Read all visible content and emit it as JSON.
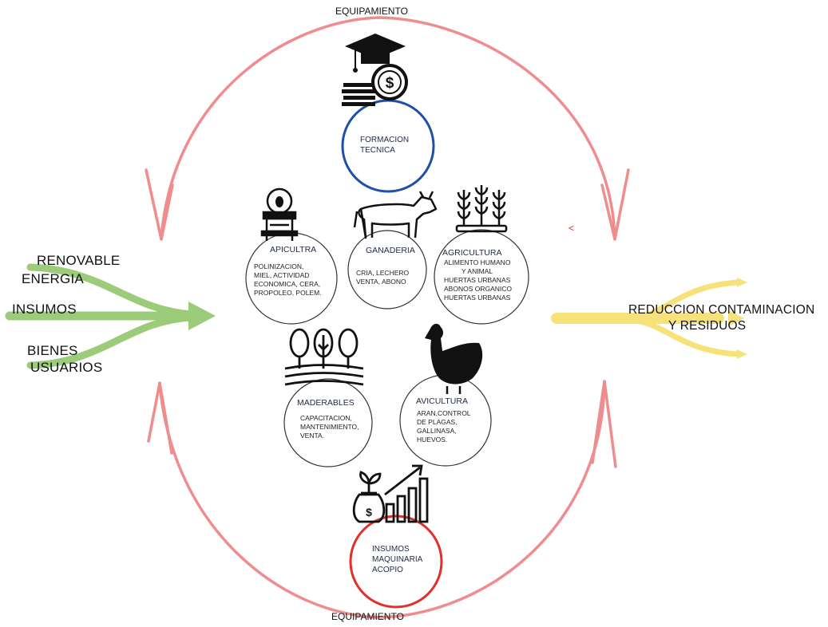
{
  "colors": {
    "cycle": "#ef8c8e",
    "inputs": "#9ccc7a",
    "outputs": "#f7e27a",
    "top_hub": "#1f4fa6",
    "bottom_hub": "#e1302a",
    "circle_border": "#333333"
  },
  "cycle": {
    "top_label": "EQUIPAMIENTO",
    "bottom_label": "EQUIPAMIENTO"
  },
  "inputs": {
    "renewable": "RENOVABLE",
    "energy": "ENERGIA",
    "supplies": "INSUMOS",
    "goods": "BIENES",
    "users": "USUARIOS"
  },
  "output": {
    "line1": "REDUCCION CONTAMINACION",
    "line2": "Y RESIDUOS"
  },
  "top_hub": {
    "line1": "FORMACION",
    "line2": "TECNICA",
    "icon": "graduation-money-icon"
  },
  "bottom_hub": {
    "line1": "INSUMOS",
    "line2": "MAQUINARIA",
    "line3": "ACOPIO",
    "icon": "investment-growth-icon"
  },
  "stray_mark": "<",
  "nodes": {
    "apicultura": {
      "title": "APICULTRA",
      "lines": [
        "POLINIZACION,",
        "MIEL, ACTIVIDAD",
        "ECONOMICA, CERA,",
        "PROPOLEO, POLEM."
      ],
      "icon": "beehive-icon"
    },
    "ganaderia": {
      "title": "GANADERIA",
      "lines": [
        "CRIA, LECHERO",
        "VENTA, ABONO"
      ],
      "icon": "cow-icon"
    },
    "agricultura": {
      "title": "AGRICULTURA",
      "lines": [
        "ALIMENTO HUMANO",
        "Y ANIMAL",
        "HUERTAS URBANAS",
        "ABONOS ORGANICO",
        "HUERTAS URBANAS"
      ],
      "icon": "wheat-crops-icon"
    },
    "maderables": {
      "title": "MADERABLES",
      "lines": [
        "CAPACITACION,",
        "MANTENIMIENTO,",
        "VENTA."
      ],
      "icon": "trees-icon"
    },
    "avicultura": {
      "title": "AVICULTURA",
      "lines": [
        "ARAN,CONTROL",
        "DE PLAGAS,",
        "GALLINASA,",
        "HUEVOS."
      ],
      "icon": "hen-icon"
    }
  }
}
